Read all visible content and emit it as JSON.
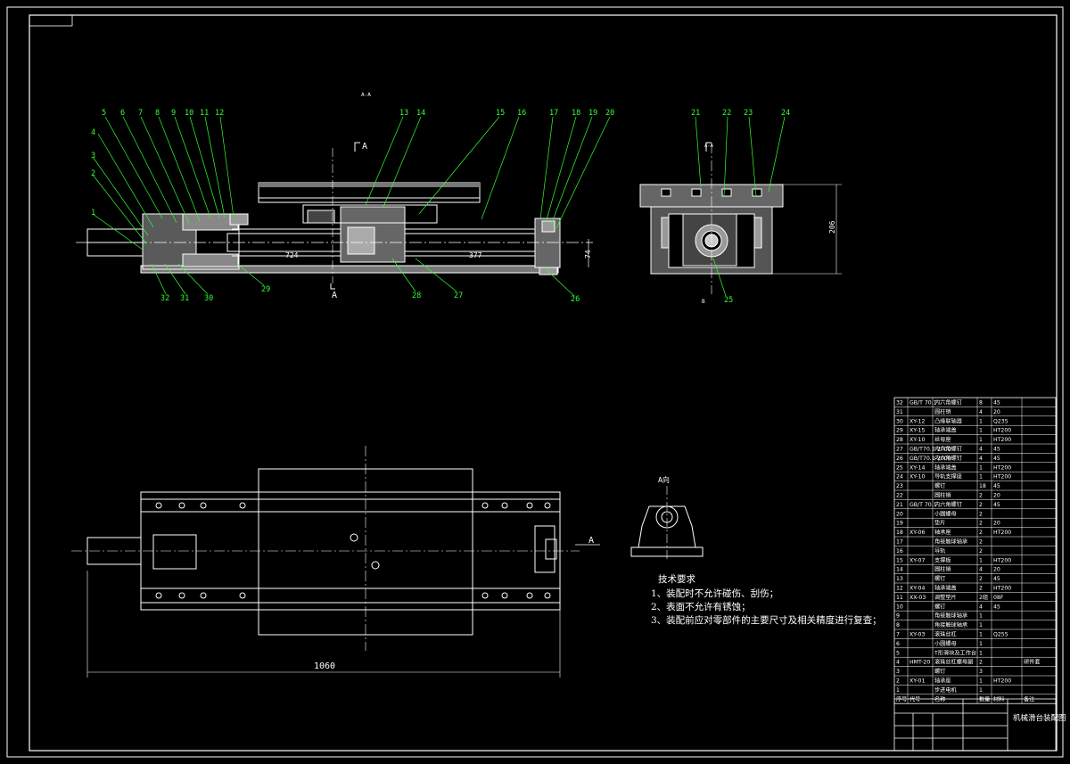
{
  "drawing": {
    "title": "机械滑台装配图",
    "view_mark": "A-A",
    "section_label": "A",
    "arrow_labels": [
      "A",
      "A",
      "B"
    ],
    "view_a_label": "A向",
    "dimensions": {
      "length_1": "724",
      "length_2": "377",
      "height_front": "74",
      "height_side": "206",
      "overall_length": "1060"
    },
    "balloons": [
      "1",
      "2",
      "3",
      "4",
      "5",
      "6",
      "7",
      "8",
      "9",
      "10",
      "11",
      "12",
      "13",
      "14",
      "15",
      "16",
      "17",
      "18",
      "19",
      "20",
      "21",
      "22",
      "23",
      "24",
      "25",
      "26",
      "27",
      "28",
      "29",
      "30",
      "31",
      "32"
    ]
  },
  "notes": {
    "heading": "技术要求",
    "items": [
      "1、装配时不允许碰伤、刮伤；",
      "2、表面不允许有锈蚀；",
      "3、装配前应对零部件的主要尺寸及相关精度进行复查；"
    ]
  },
  "bom": {
    "rows": [
      {
        "no": "32",
        "code": "GB/T 70.1",
        "name": "内六角螺钉",
        "qty": "8",
        "material": "45",
        "remark": ""
      },
      {
        "no": "31",
        "code": "",
        "name": "圆柱销",
        "qty": "4",
        "material": "20",
        "remark": ""
      },
      {
        "no": "30",
        "code": "XY-12",
        "name": "凸缘联轴器",
        "qty": "1",
        "material": "Q235",
        "remark": ""
      },
      {
        "no": "29",
        "code": "XY-15",
        "name": "轴承端盖",
        "qty": "1",
        "material": "HT200",
        "remark": ""
      },
      {
        "no": "28",
        "code": "XY-10",
        "name": "丝母座",
        "qty": "1",
        "material": "HT200",
        "remark": ""
      },
      {
        "no": "27",
        "code": "GB/T70.1-2000",
        "name": "内六角螺钉",
        "qty": "4",
        "material": "45",
        "remark": ""
      },
      {
        "no": "26",
        "code": "GB/T70.1-2000",
        "name": "内六角螺钉",
        "qty": "4",
        "material": "45",
        "remark": ""
      },
      {
        "no": "25",
        "code": "XY-14",
        "name": "轴承端盖",
        "qty": "1",
        "material": "HT200",
        "remark": ""
      },
      {
        "no": "24",
        "code": "XY-10",
        "name": "导轨支撑座",
        "qty": "1",
        "material": "HT200",
        "remark": ""
      },
      {
        "no": "23",
        "code": "",
        "name": "螺钉",
        "qty": "18",
        "material": "45",
        "remark": ""
      },
      {
        "no": "22",
        "code": "",
        "name": "圆柱销",
        "qty": "2",
        "material": "20",
        "remark": ""
      },
      {
        "no": "21",
        "code": "GB/T 70.1",
        "name": "内六角螺钉",
        "qty": "2",
        "material": "45",
        "remark": ""
      },
      {
        "no": "20",
        "code": "",
        "name": "小圆螺母",
        "qty": "2",
        "material": "",
        "remark": ""
      },
      {
        "no": "19",
        "code": "",
        "name": "垫片",
        "qty": "2",
        "material": "20",
        "remark": ""
      },
      {
        "no": "18",
        "code": "XY-06",
        "name": "轴承座",
        "qty": "2",
        "material": "HT200",
        "remark": ""
      },
      {
        "no": "17",
        "code": "",
        "name": "角接触球轴承",
        "qty": "2",
        "material": "",
        "remark": ""
      },
      {
        "no": "16",
        "code": "",
        "name": "导轨",
        "qty": "2",
        "material": "",
        "remark": ""
      },
      {
        "no": "15",
        "code": "XY-07",
        "name": "支撑板",
        "qty": "1",
        "material": "HT200",
        "remark": ""
      },
      {
        "no": "14",
        "code": "",
        "name": "圆柱销",
        "qty": "4",
        "material": "20",
        "remark": ""
      },
      {
        "no": "13",
        "code": "",
        "name": "螺钉",
        "qty": "2",
        "material": "45",
        "remark": ""
      },
      {
        "no": "12",
        "code": "XY-04",
        "name": "轴承端盖",
        "qty": "2",
        "material": "HT200",
        "remark": ""
      },
      {
        "no": "11",
        "code": "XX-03",
        "name": "调整垫片",
        "qty": "2组",
        "material": "08F",
        "remark": ""
      },
      {
        "no": "10",
        "code": "",
        "name": "螺钉",
        "qty": "4",
        "material": "45",
        "remark": ""
      },
      {
        "no": "9",
        "code": "",
        "name": "角接触球轴承",
        "qty": "1",
        "material": "",
        "remark": ""
      },
      {
        "no": "8",
        "code": "",
        "name": "角接触球轴承",
        "qty": "1",
        "material": "",
        "remark": ""
      },
      {
        "no": "7",
        "code": "XY-03",
        "name": "滚珠丝杠",
        "qty": "1",
        "material": "Q255",
        "remark": ""
      },
      {
        "no": "6",
        "code": "",
        "name": "小圆螺母",
        "qty": "1",
        "material": "",
        "remark": ""
      },
      {
        "no": "5",
        "code": "",
        "name": "T形滑块及工作台",
        "qty": "1",
        "material": "",
        "remark": ""
      },
      {
        "no": "4",
        "code": "HMT-20",
        "name": "滚珠丝杠螺母副",
        "qty": "2",
        "material": "",
        "remark": "研件套"
      },
      {
        "no": "3",
        "code": "",
        "name": "螺钉",
        "qty": "3",
        "material": "",
        "remark": ""
      },
      {
        "no": "2",
        "code": "XY-01",
        "name": "轴承座",
        "qty": "1",
        "material": "HT200",
        "remark": ""
      },
      {
        "no": "1",
        "code": "",
        "name": "步进电机",
        "qty": "1",
        "material": "",
        "remark": ""
      }
    ],
    "header": {
      "no": "序号",
      "code": "代号",
      "name": "名称",
      "qty": "数量",
      "material": "材料",
      "remark": "备注"
    }
  }
}
